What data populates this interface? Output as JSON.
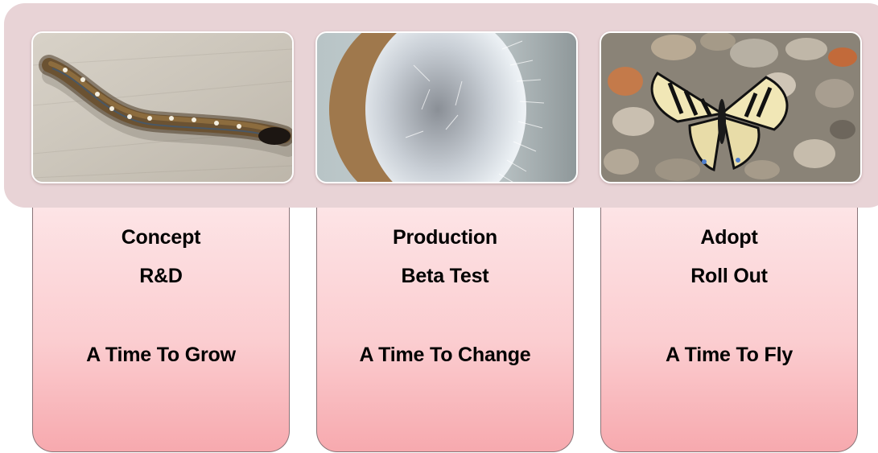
{
  "stages": [
    {
      "image": "caterpillar-photo",
      "line1": "Concept",
      "line2": "R&D",
      "tagline": "A Time To Grow"
    },
    {
      "image": "cocoon-photo",
      "line1": "Production",
      "line2": "Beta Test",
      "tagline": "A Time To Change"
    },
    {
      "image": "butterfly-photo",
      "line1": "Adopt",
      "line2": "Roll Out",
      "tagline": "A Time To Fly"
    }
  ],
  "colors": {
    "band": "#e8d3d6",
    "card_top": "#fde4e6",
    "card_bottom": "#f7a9ae",
    "card_border": "#8a7478"
  }
}
